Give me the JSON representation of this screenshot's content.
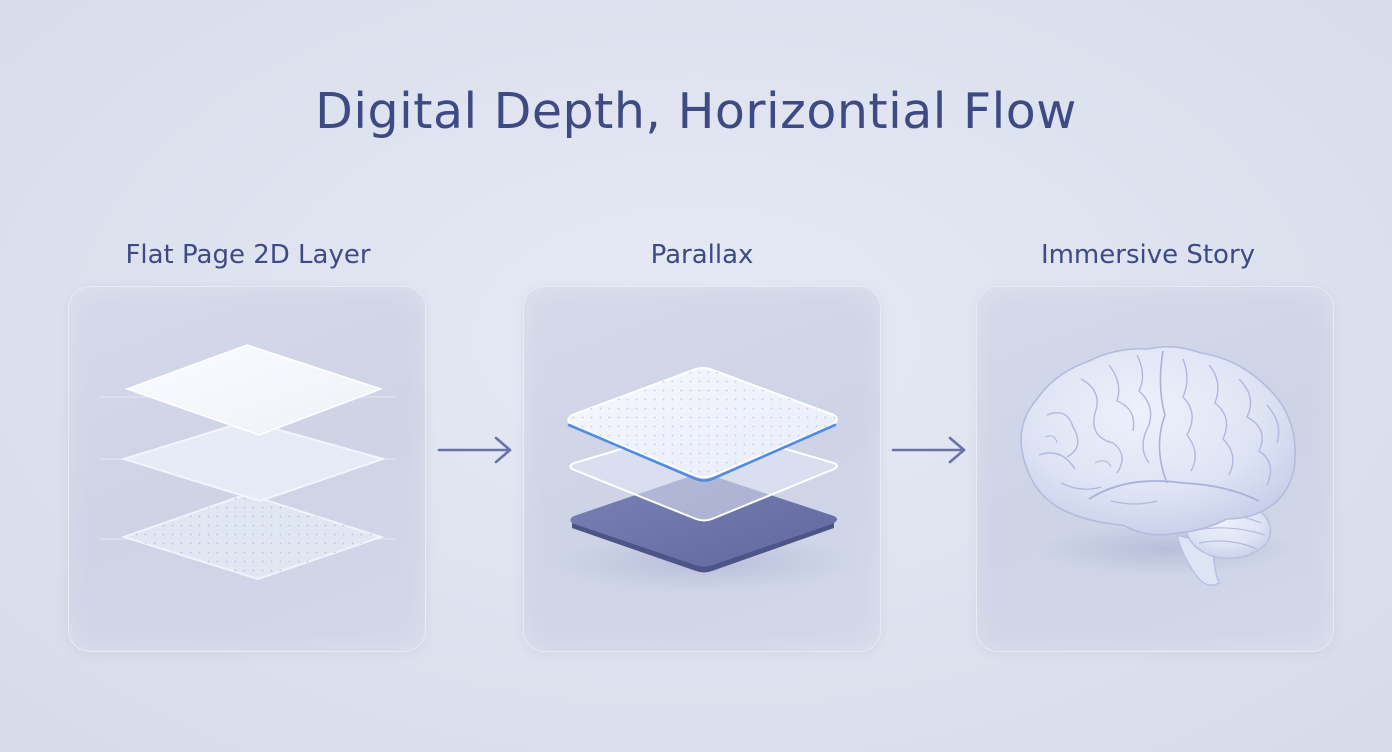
{
  "title": "Digital Depth, Horizontial Flow",
  "panels": [
    {
      "label": "Flat Page 2D Layer",
      "illustration": "stacked-layers-icon"
    },
    {
      "label": "Parallax",
      "illustration": "parallax-layers-icon"
    },
    {
      "label": "Immersive Story",
      "illustration": "brain-icon"
    }
  ],
  "arrows": [
    "arrow-right-icon",
    "arrow-right-icon"
  ],
  "colors": {
    "background": "#dde2ef",
    "title": "#3e4a84",
    "panel": "#d2d7e9",
    "accent_dark": "#6a73a8",
    "accent_blue": "#4f8de0"
  }
}
